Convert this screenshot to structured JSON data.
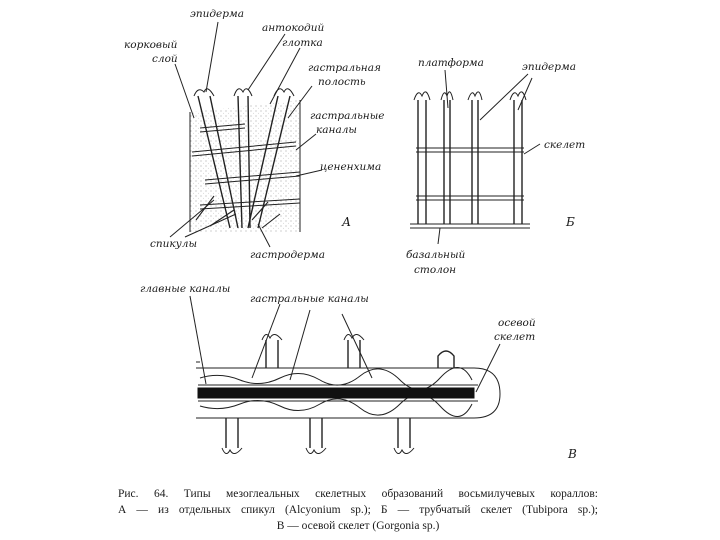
{
  "labels": {
    "epiderma_a": "эпидерма",
    "antokodiy": "антокодий",
    "glotka": "глотка",
    "korkovy_1": "корковый",
    "korkovy_2": "слой",
    "gastr_pol_1": "гастральная",
    "gastr_pol_2": "полость",
    "gastr_kan_1": "гастральные",
    "gastr_kan_2": "каналы",
    "cenenhima": "цененхима",
    "spikuly": "спикулы",
    "gastroderma": "гастродерма",
    "panel_a": "А",
    "platforma": "платформа",
    "epiderma_b": "эпидерма",
    "skelet": "скелет",
    "bazal_1": "базальный",
    "bazal_2": "столон",
    "panel_b": "Б",
    "glavnye_kanaly": "главные каналы",
    "gastr_kanaly_c": "гастральные каналы",
    "osevoy_1": "осевой",
    "osevoy_2": "скелет",
    "panel_c": "В"
  },
  "caption": {
    "line1": "Рис. 64. Типы мезоглеальных скелетных образований восьмилучевых кораллов:",
    "line2": "А — из отдельных спикул (Alcyonium sp.); Б — трубчатый скелет (Tubipora sp.);",
    "line3": "В — осевой скелет (Gorgonia sp.)"
  }
}
